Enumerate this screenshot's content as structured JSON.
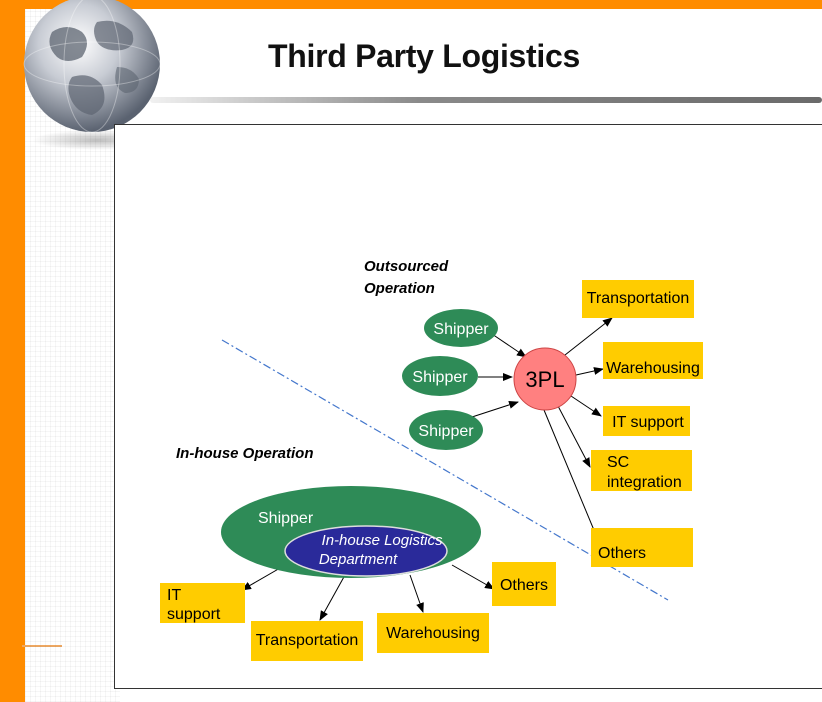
{
  "page": {
    "title": "Third Party Logistics"
  },
  "diagram": {
    "outsourced_label_line1": "Outsourced",
    "outsourced_label_line2": "Operation",
    "inhouse_label": "In-house Operation",
    "shippers": [
      "Shipper",
      "Shipper",
      "Shipper"
    ],
    "hub_label": "3PL",
    "outsourced_services": {
      "transportation": "Transportation",
      "warehousing": "Warehousing",
      "it_support": "IT support",
      "sc_integration_line1": "SC",
      "sc_integration_line2": "integration",
      "others": "Others"
    },
    "inhouse_shipper": "Shipper",
    "inhouse_dept_line1": "In-house Logistics",
    "inhouse_dept_line2": "Department",
    "inhouse_services": {
      "it_support_line1": "IT",
      "it_support_line2": "support",
      "transportation": "Transportation",
      "warehousing": "Warehousing",
      "others": "Others"
    },
    "colors": {
      "shipper_fill": "#2e8b57",
      "hub_fill": "#ff8080",
      "service_fill": "#ffcc00",
      "dept_fill": "#2a2a9a",
      "accent_orange": "#ff8c00"
    }
  }
}
